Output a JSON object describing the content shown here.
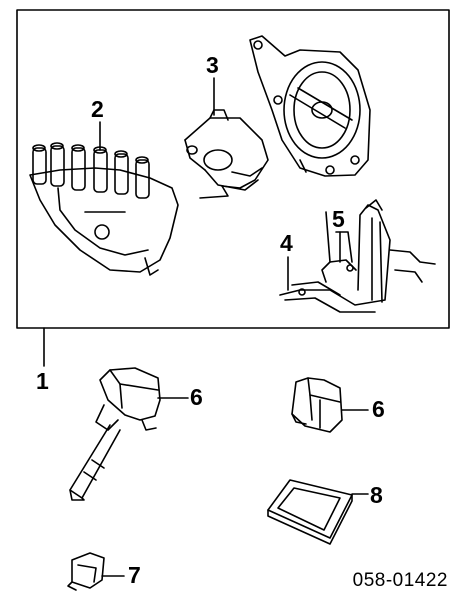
{
  "callouts": {
    "c1": "1",
    "c2": "2",
    "c3": "3",
    "c4": "4",
    "c5": "5",
    "c6a": "6",
    "c6b": "6",
    "c7": "7",
    "c8": "8"
  },
  "diagram_code": "058-01422"
}
